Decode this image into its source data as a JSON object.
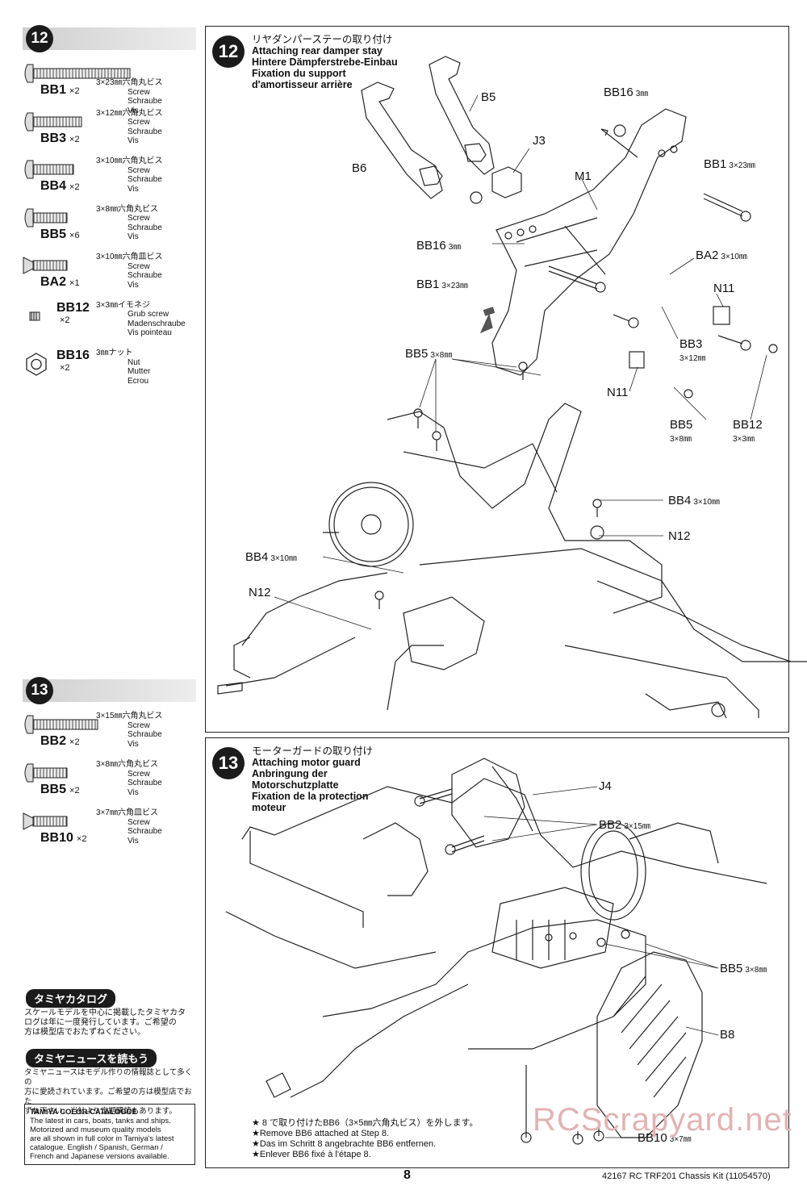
{
  "step12": {
    "number": "12",
    "parts": [
      {
        "code": "BB1",
        "qty": "×2",
        "jp": "3×23㎜六角丸ビス",
        "lines": [
          "Screw",
          "Schraube",
          "Vis"
        ]
      },
      {
        "code": "BB3",
        "qty": "×2",
        "jp": "3×12㎜六角丸ビス",
        "lines": [
          "Screw",
          "Schraube",
          "Vis"
        ]
      },
      {
        "code": "BB4",
        "qty": "×2",
        "jp": "3×10㎜六角丸ビス",
        "lines": [
          "Screw",
          "Schraube",
          "Vis"
        ]
      },
      {
        "code": "BB5",
        "qty": "×6",
        "jp": "3×8㎜六角丸ビス",
        "lines": [
          "Screw",
          "Schraube",
          "Vis"
        ]
      },
      {
        "code": "BA2",
        "qty": "×1",
        "jp": "3×10㎜六角皿ビス",
        "lines": [
          "Screw",
          "Schraube",
          "Vis"
        ]
      },
      {
        "code": "BB12",
        "qty": "×2",
        "jp": "3×3㎜イモネジ",
        "lines": [
          "Grub screw",
          "Madenschraube",
          "Vis pointeau"
        ]
      },
      {
        "code": "BB16",
        "qty": "×2",
        "jp": "3㎜ナット",
        "lines": [
          "Nut",
          "Mutter",
          "Ecrou"
        ]
      }
    ],
    "title_jp": "リヤダンパーステーの取り付け",
    "title_en": "Attaching rear damper stay",
    "title_de": "Hintere Dämpferstrebe-Einbau",
    "title_fr1": "Fixation du support",
    "title_fr2": "d'amortisseur arrière",
    "labels": {
      "b5": "B5",
      "b6": "B6",
      "j3": "J3",
      "m1": "M1",
      "n11a": "N11",
      "n11b": "N11",
      "n12a": "N12",
      "n12b": "N12",
      "bb16a": "BB16",
      "bb16a_size": "3㎜",
      "bb16b": "BB16",
      "bb16b_size": "3㎜",
      "bb1a": "BB1",
      "bb1a_size": "3×23㎜",
      "bb1b": "BB1",
      "bb1b_size": "3×23㎜",
      "ba2": "BA2",
      "ba2_size": "3×10㎜",
      "bb3": "BB3",
      "bb3_size": "3×12㎜",
      "bb5a": "BB5",
      "bb5a_size": "3×8㎜",
      "bb5b": "BB5",
      "bb5b_size": "3×8㎜",
      "bb12": "BB12",
      "bb12_size": "3×3㎜",
      "bb4a": "BB4",
      "bb4a_size": "3×10㎜",
      "bb4b": "BB4",
      "bb4b_size": "3×10㎜"
    }
  },
  "step13": {
    "number": "13",
    "parts": [
      {
        "code": "BB2",
        "qty": "×2",
        "jp": "3×15㎜六角丸ビス",
        "lines": [
          "Screw",
          "Schraube",
          "Vis"
        ]
      },
      {
        "code": "BB5",
        "qty": "×2",
        "jp": "3×8㎜六角丸ビス",
        "lines": [
          "Screw",
          "Schraube",
          "Vis"
        ]
      },
      {
        "code": "BB10",
        "qty": "×2",
        "jp": "3×7㎜六角皿ビス",
        "lines": [
          "Screw",
          "Schraube",
          "Vis"
        ]
      }
    ],
    "title_jp": "モーターガードの取り付け",
    "title_en": "Attaching motor guard",
    "title_de1": "Anbringung der",
    "title_de2": "Motorschutzplatte",
    "title_fr1": "Fixation de la protection",
    "title_fr2": "moteur",
    "labels": {
      "j4": "J4",
      "b8": "B8",
      "bb2": "BB2",
      "bb2_size": "3×15㎜",
      "bb5": "BB5",
      "bb5_size": "3×8㎜",
      "bb10": "BB10",
      "bb10_size": "3×7㎜"
    },
    "notes": [
      "★ 8 で取り付けたBB6（3×5㎜六角丸ビス）を外します。",
      "★Remove BB6 attached at Step 8.",
      "★Das im Schritt 8 angebrachte BB6 entfernen.",
      "★Enlever BB6 fixé à l'étape 8."
    ]
  },
  "sidebar": {
    "catalog_pill": "タミヤカタログ",
    "catalog_text": [
      "スケールモデルを中心に掲載したタミヤカタ",
      "ログは年に一度発行しています。ご希望の",
      "方は模型店でおたずねください。"
    ],
    "news_pill": "タミヤニュースを読もう",
    "news_text": [
      "タミヤニュースはモデル作りの情報誌として多くの",
      "方に愛読されています。ご希望の方は模型店でおた",
      "ずね下さい。当社より定期購読もあります。"
    ],
    "catalogue_box": {
      "title": "TAMIYA COLOR CATALOGUE",
      "lines": [
        "The latest in cars, boats, tanks and ships.",
        "Motorized and museum quality models",
        "are all shown in full color in Tamiya's latest",
        "catalogue. English / Spanish, German /",
        "French and Japanese versions available."
      ]
    }
  },
  "footer": {
    "page": "8",
    "model": "42167  RC TRF201 Chassis Kit (11054570)"
  },
  "watermark": "RCScrapyard.net"
}
